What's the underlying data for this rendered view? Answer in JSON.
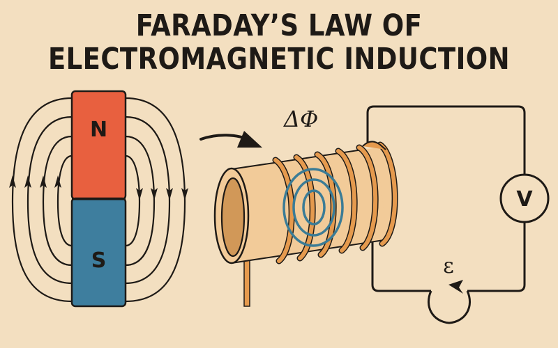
{
  "title": {
    "line1": "FARADAY’S LAW OF",
    "line2": "ELECTROMAGNETIC INDUCTION"
  },
  "magnet": {
    "north_label": "N",
    "south_label": "S",
    "north_color": "#E8603F",
    "south_color": "#3E7E9E"
  },
  "coil": {
    "flux_change_label": "ΔΦ",
    "wire_color": "#E59A4E",
    "tube_color": "#F2CB99",
    "flux_ring_color": "#3B7C96"
  },
  "circuit": {
    "voltmeter_label": "V",
    "emf_label": "ε"
  },
  "colors": {
    "background": "#F3DFC0",
    "ink": "#1E1A16"
  }
}
